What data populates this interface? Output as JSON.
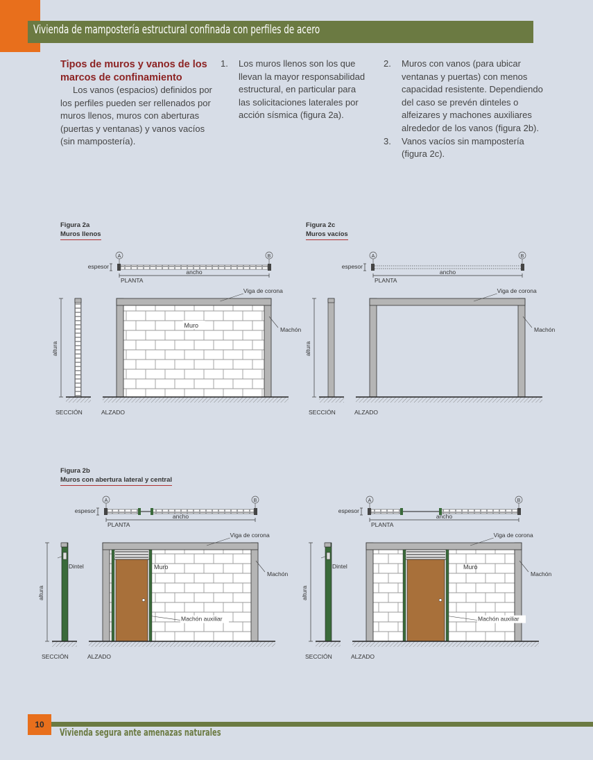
{
  "header": {
    "title": "Vivienda de mampostería estructural confinada con perfiles de acero"
  },
  "section": {
    "title": "Tipos de muros y vanos de los marcos de confinamiento",
    "intro": "Los vanos (espacios) definidos por los perfiles pueden ser rellenados por muros llenos, muros con aberturas (puertas y ventanas) y vanos vacíos (sin mampostería).",
    "items": [
      {
        "num": "1.",
        "text": "Los muros llenos son los que llevan la mayor responsabilidad estructural, en particular para las solicitaciones laterales por acción sísmica (figura 2a)."
      },
      {
        "num": "2.",
        "text": "Muros con vanos (para ubicar ventanas y puertas) con menos capacidad resistente. Dependiendo del caso se prevén dinteles o alfeizares y machones auxiliares alrededor de los vanos (figura 2b)."
      },
      {
        "num": "3.",
        "text": "Vanos vacíos sin mampostería (figura 2c)."
      }
    ]
  },
  "figures": {
    "fig2a": {
      "label": "Figura 2a",
      "caption": "Muros llenos"
    },
    "fig2c": {
      "label": "Figura 2c",
      "caption": "Muros vacíos"
    },
    "fig2b": {
      "label": "Figura 2b",
      "caption": "Muros con abertura lateral y central"
    }
  },
  "labels": {
    "espesor": "espesor",
    "ancho": "ancho",
    "planta": "PLANTA",
    "altura": "altura",
    "seccion": "SECCIÓN",
    "alzado": "ALZADO",
    "viga": "Viga de corona",
    "machon": "Machón",
    "muro": "Muro",
    "dintel": "Dintel",
    "machon_aux": "Machón auxiliar",
    "a": "A",
    "b": "B"
  },
  "colors": {
    "orange": "#e86f1c",
    "olive": "#6b7a42",
    "title_red": "#8c2323",
    "door": "#a8703a",
    "steel": "#b5b5b5",
    "green": "#3a6a3a"
  },
  "footer": {
    "page": "10",
    "title": "Vivienda segura ante amenazas naturales"
  }
}
